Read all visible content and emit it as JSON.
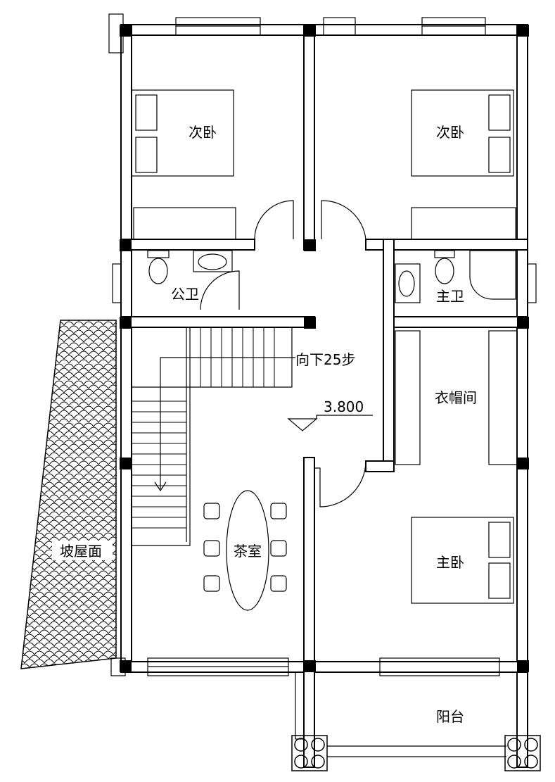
{
  "plan": {
    "rooms": {
      "bedroom_left": "次卧",
      "bedroom_right": "次卧",
      "public_bath": "公卫",
      "master_bath": "主卫",
      "stairs_note": "向下25步",
      "elevation": "3.800",
      "walk_in_closet": "衣帽间",
      "tea_room": "茶室",
      "sloped_roof": "坡屋面",
      "master_bedroom": "主卧",
      "balcony": "阳台"
    },
    "colors": {
      "line": "#000000",
      "background": "#ffffff"
    }
  }
}
